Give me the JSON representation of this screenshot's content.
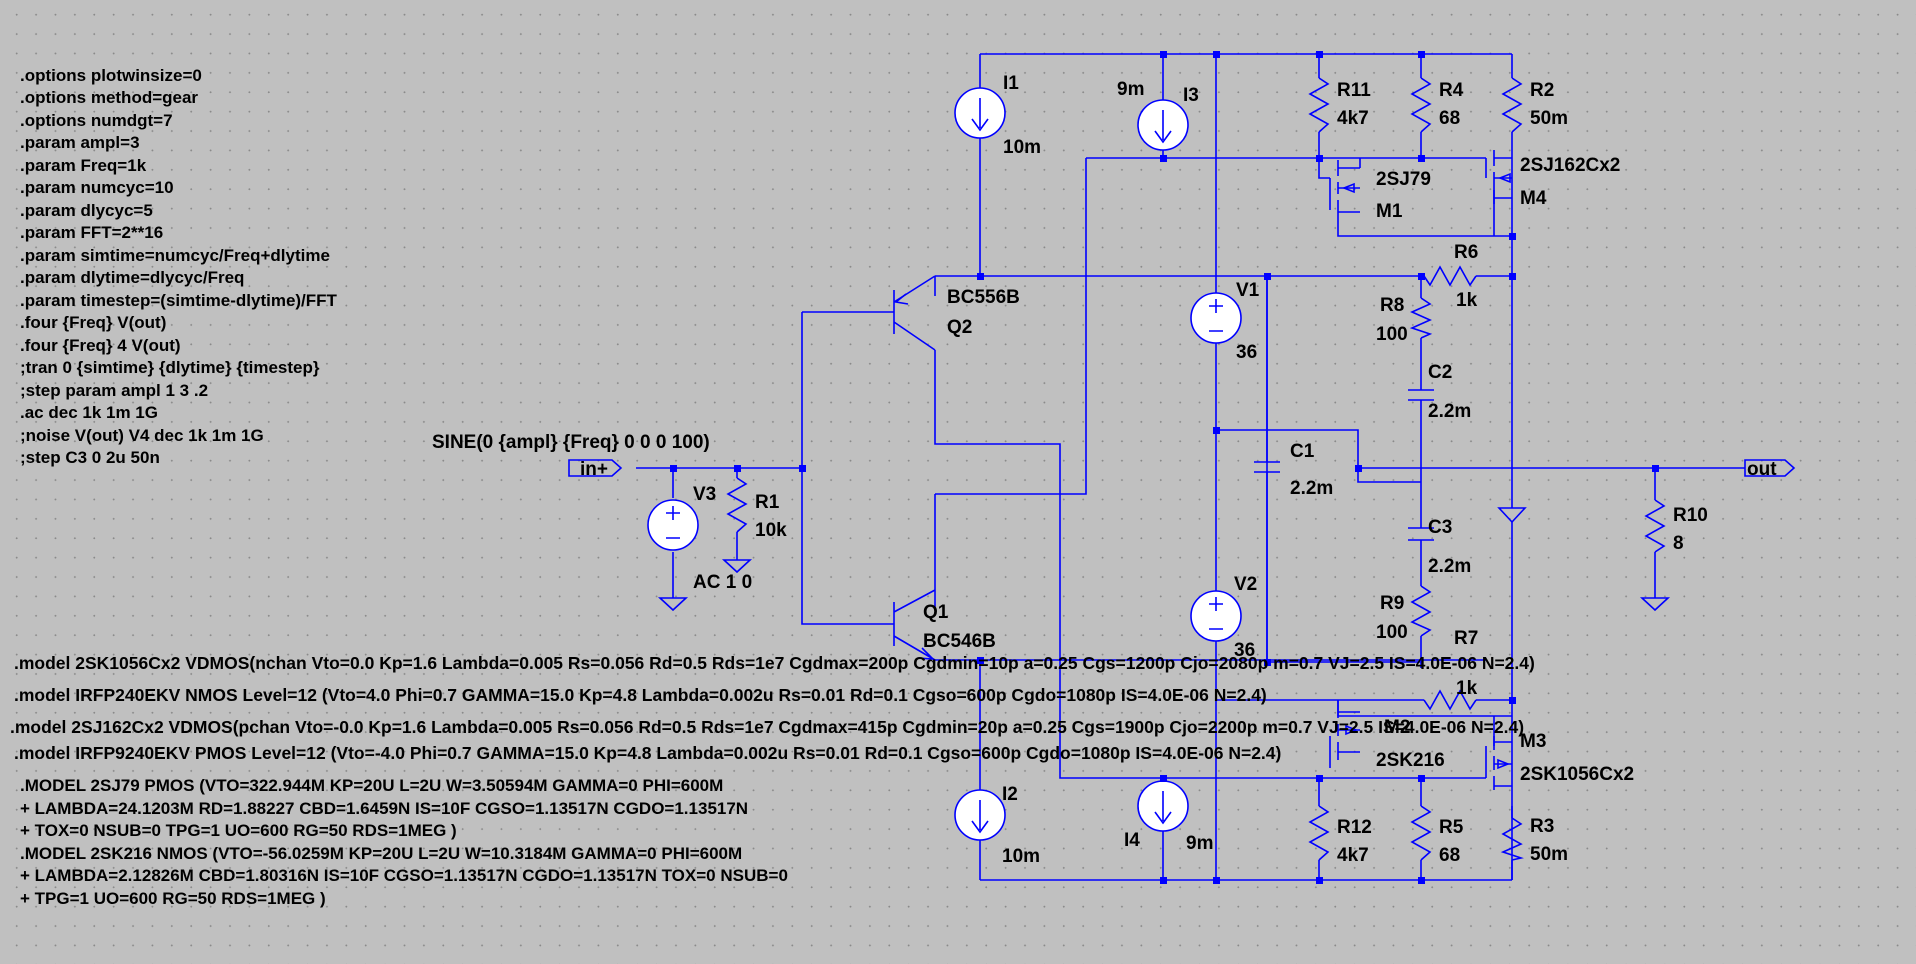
{
  "directives": [
    ".options plotwinsize=0",
    ".options method=gear",
    ".options numdgt=7",
    ".param ampl=3",
    ".param Freq=1k",
    ".param numcyc=10",
    ".param dlycyc=5",
    ".param FFT=2**16",
    ".param simtime=numcyc/Freq+dlytime",
    ".param dlytime=dlycyc/Freq",
    ".param timestep=(simtime-dlytime)/FFT",
    ".four {Freq} V(out)",
    ".four {Freq} 4 V(out)",
    ";tran 0 {simtime} {dlytime} {timestep}",
    ";step param ampl 1 3 .2",
    ".ac dec 1k 1m 1G",
    ";noise V(out) V4  dec 1k 1m 1G",
    ";step C3 0 2u 50n"
  ],
  "models": [
    ".model 2SK1056Cx2 VDMOS(nchan Vto=0.0 Kp=1.6 Lambda=0.005 Rs=0.056 Rd=0.5 Rds=1e7 Cgdmax=200p Cgdmin=10p a=0.25 Cgs=1200p Cjo=2080p m=0.7 VJ=2.5 IS=4.0E-06 N=2.4)",
    ".model IRFP240EKV NMOS Level=12 (Vto=4.0 Phi=0.7 GAMMA=15.0 Kp=4.8 Lambda=0.002u Rs=0.01 Rd=0.1 Cgso=600p Cgdo=1080p IS=4.0E-06 N=2.4)",
    ".model 2SJ162Cx2 VDMOS(pchan Vto=-0.0 Kp=1.6 Lambda=0.005 Rs=0.056 Rd=0.5 Rds=1e7 Cgdmax=415p Cgdmin=20p a=0.25 Cgs=1900p Cjo=2200p m=0.7 VJ=2.5 IS=4.0E-06 N=2.4)",
    ".model IRFP9240EKV PMOS Level=12 (Vto=-4.0 Phi=0.7 GAMMA=15.0 Kp=4.8 Lambda=0.002u Rs=0.01 Rd=0.1 Cgso=600p Cgdo=1080p IS=4.0E-06 N=2.4)"
  ],
  "model_block": [
    ".MODEL 2SJ79 PMOS (VTO=322.944M KP=20U L=2U W=3.50594M GAMMA=0 PHI=600M",
    "+ LAMBDA=24.1203M RD=1.88227 CBD=1.6459N IS=10F CGSO=1.13517N CGDO=1.13517N",
    "+ TOX=0 NSUB=0 TPG=1 UO=600 RG=50 RDS=1MEG )",
    ".MODEL 2SK216 NMOS (VTO=-56.0259M KP=20U L=2U W=10.3184M GAMMA=0 PHI=600M",
    "+ LAMBDA=2.12826M CBD=1.80316N IS=10F CGSO=1.13517N CGDO=1.13517N TOX=0 NSUB=0",
    "+ TPG=1 UO=600 RG=50 RDS=1MEG )"
  ],
  "source_spec": "SINE(0 {ampl} {Freq} 0 0 0 100)",
  "ports": {
    "input": "in+",
    "output": "out"
  },
  "components": {
    "I1": {
      "name": "I1",
      "value": "10m"
    },
    "I2": {
      "name": "I2",
      "value": "10m"
    },
    "I3": {
      "name": "I3",
      "value": "9m"
    },
    "I4": {
      "name": "I4",
      "value": "9m"
    },
    "R1": {
      "name": "R1",
      "value": "10k"
    },
    "R2": {
      "name": "R2",
      "value": "50m"
    },
    "R3": {
      "name": "R3",
      "value": "50m"
    },
    "R4": {
      "name": "R4",
      "value": "68"
    },
    "R5": {
      "name": "R5",
      "value": "68"
    },
    "R6": {
      "name": "R6",
      "value": "1k"
    },
    "R7": {
      "name": "R7",
      "value": "1k"
    },
    "R8": {
      "name": "R8",
      "value": "100"
    },
    "R9": {
      "name": "R9",
      "value": "100"
    },
    "R10": {
      "name": "R10",
      "value": "8"
    },
    "R11": {
      "name": "R11",
      "value": "4k7"
    },
    "R12": {
      "name": "R12",
      "value": "4k7"
    },
    "C1": {
      "name": "C1",
      "value": "2.2m"
    },
    "C2": {
      "name": "C2",
      "value": "2.2m"
    },
    "C3": {
      "name": "C3",
      "value": "2.2m"
    },
    "V1": {
      "name": "V1",
      "value": "36"
    },
    "V2": {
      "name": "V2",
      "value": "36"
    },
    "V3": {
      "name": "V3",
      "value": "AC 1 0"
    },
    "Q1": {
      "name": "Q1",
      "value": "BC546B"
    },
    "Q2": {
      "name": "Q2",
      "value": "BC556B"
    },
    "M1": {
      "name": "M1",
      "value": "2SJ79"
    },
    "M2": {
      "name": "M2",
      "value": "2SK216"
    },
    "M3": {
      "name": "M3",
      "value": "2SK1056Cx2"
    },
    "M4": {
      "name": "M4",
      "value": "2SJ162Cx2"
    }
  },
  "colors": {
    "wire": "#0000ff",
    "text": "#000000",
    "background": "#c0c0c0",
    "grid": "#8a8a8a"
  }
}
